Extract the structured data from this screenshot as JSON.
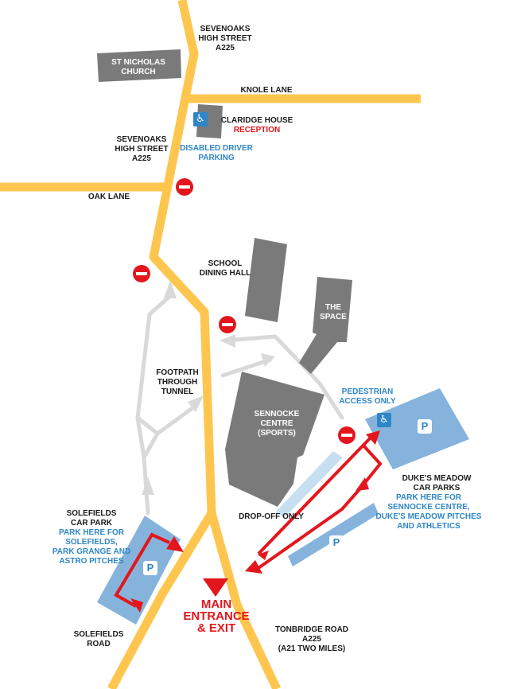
{
  "colors": {
    "road": "#fec64f",
    "building": "#7a7a7a",
    "parking": "#86b3db",
    "dropoff": "#c6dff1",
    "path": "#d9d9d9",
    "route": "#e4161d",
    "blue_text": "#2f86c6"
  },
  "roads": {
    "high_street_top": "SEVENOAKS\nHIGH STREET\nA225",
    "high_street_left": "SEVENOAKS\nHIGH STREET\nA225",
    "knole_lane": "KNOLE LANE",
    "oak_lane": "OAK LANE",
    "tonbridge_road": "TONBRIDGE ROAD\nA225\n(A21 TWO MILES)",
    "solefields_road": "SOLEFIELDS\nROAD"
  },
  "buildings": {
    "st_nicholas": "ST NICHOLAS\nCHURCH",
    "claridge_house": "CLARIDGE HOUSE",
    "reception": "RECEPTION",
    "school_dining_hall": "SCHOOL\nDINING HALL",
    "the_space": "THE\nSPACE",
    "sennocke_centre": "SENNOCKE\nCENTRE\n(SPORTS)"
  },
  "parking": {
    "disabled_driver": "DISABLED DRIVER\nPARKING",
    "pedestrian_access": "PEDESTRIAN\nACCESS ONLY",
    "dukes_meadow_title": "DUKE'S MEADOW\nCAR PARKS",
    "dukes_meadow_note": "PARK HERE FOR\nSENNOCKE CENTRE,\nDUKE'S MEADOW PITCHES\nAND ATHLETICS",
    "solefields_title": "SOLEFIELDS\nCAR PARK",
    "solefields_note": "PARK HERE FOR\nSOLEFIELDS,\nPARK GRANGE AND\nASTRO PITCHES",
    "p_symbol": "P",
    "wheelchair_symbol": "♿"
  },
  "other": {
    "footpath": "FOOTPATH\nTHROUGH\nTUNNEL",
    "drop_off": "DROP-OFF ONLY",
    "main_entrance": "MAIN\nENTRANCE\n& EXIT"
  },
  "icons": [
    "no-entry-icon",
    "parking-icon",
    "wheelchair-icon",
    "arrow-icon"
  ]
}
